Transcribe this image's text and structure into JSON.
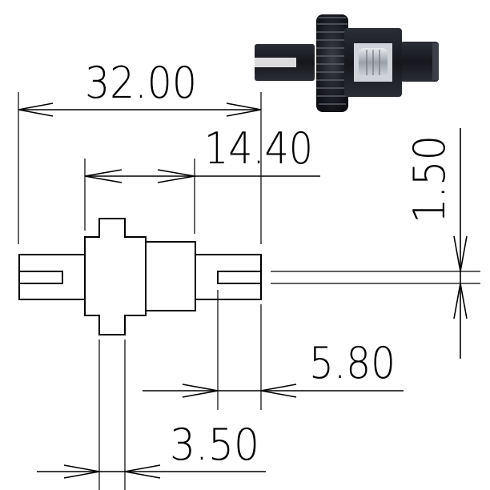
{
  "dimensions": {
    "overall_length": "32.00",
    "body_length": "14.40",
    "slot_width": "1.50",
    "slot_depth": "5.80",
    "shaft_diameter": "3.50"
  },
  "colors": {
    "line": "#000000",
    "background": "#ffffff",
    "product_body": "#1c1e24",
    "product_highlight": "#8a8f99"
  },
  "icons": {
    "product_photo": "differential-gear-photo"
  }
}
